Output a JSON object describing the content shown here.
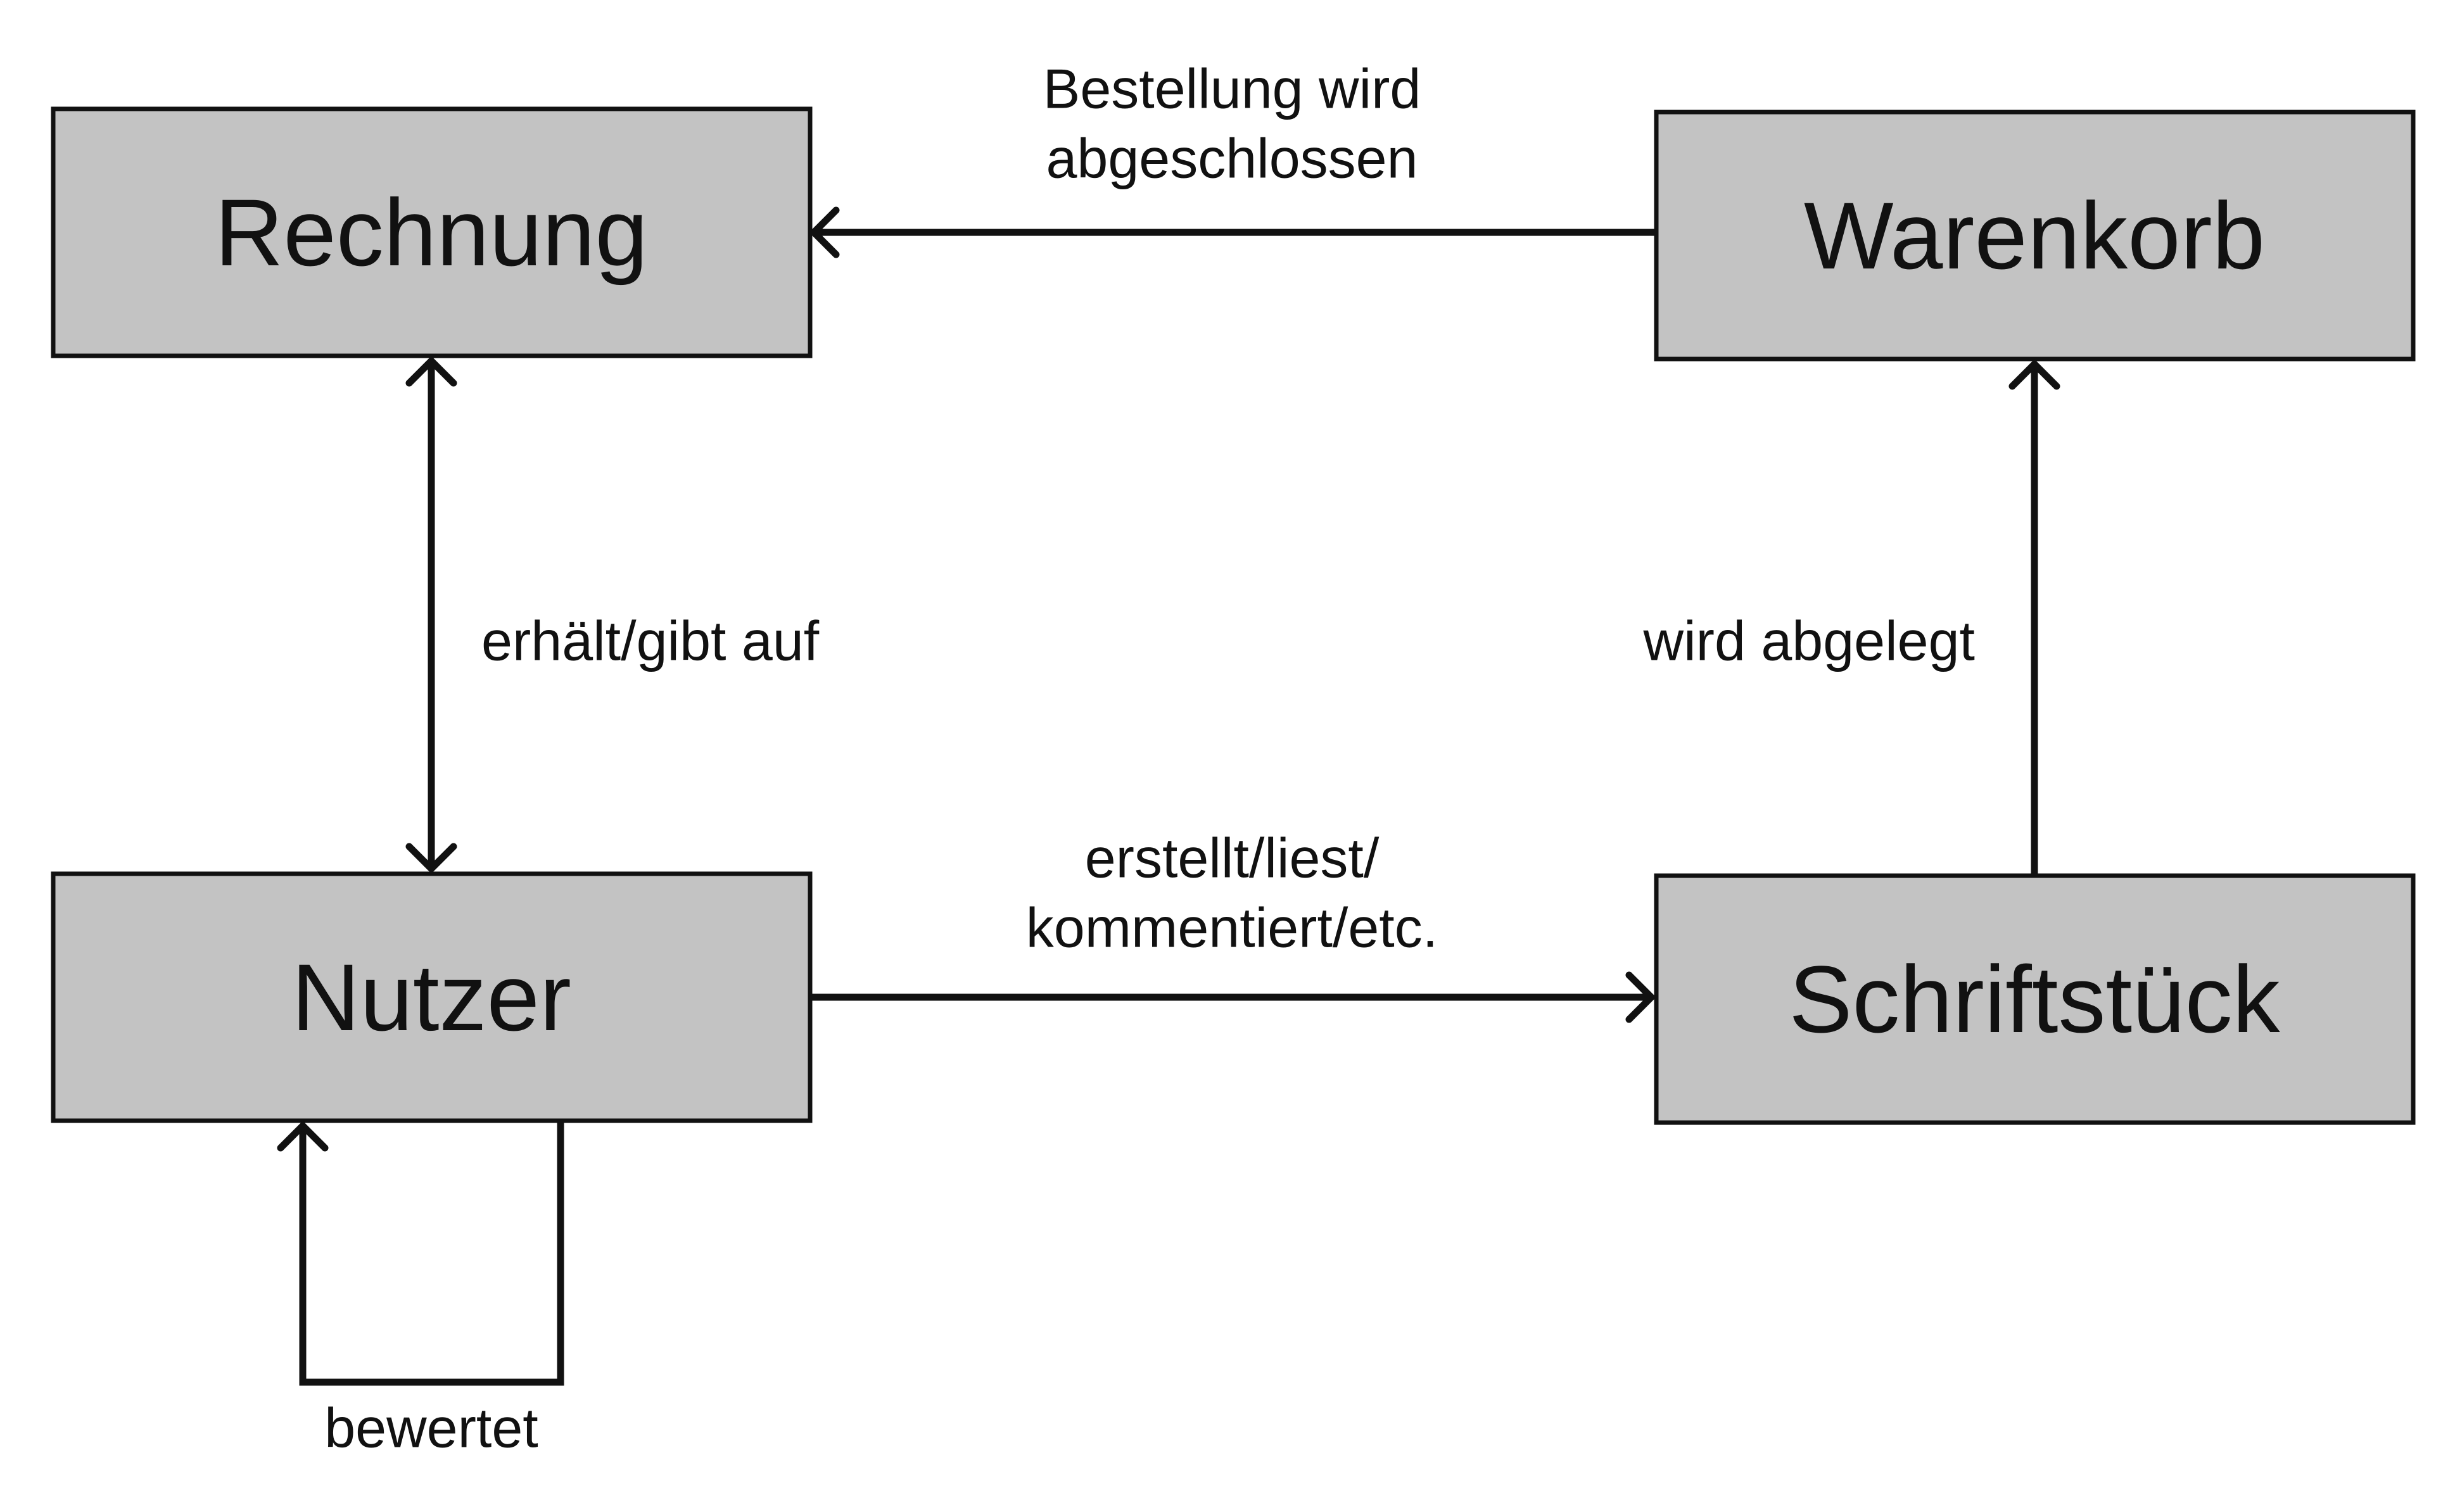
{
  "entities": {
    "rechnung": "Rechnung",
    "warenkorb": "Warenkorb",
    "nutzer": "Nutzer",
    "schriftstueck": "Schriftstück"
  },
  "relations": {
    "bestellung_line1": "Bestellung wird",
    "bestellung_line2": "abgeschlossen",
    "erhaelt": "erhält/gibt auf",
    "abgelegt": "wird abgelegt",
    "erstellt_line1": "erstellt/liest/",
    "erstellt_line2": "kommentiert/etc.",
    "bewertet": "bewertet"
  },
  "colors": {
    "box_fill": "#c3c3c3",
    "stroke": "#111111",
    "background": "#ffffff"
  }
}
